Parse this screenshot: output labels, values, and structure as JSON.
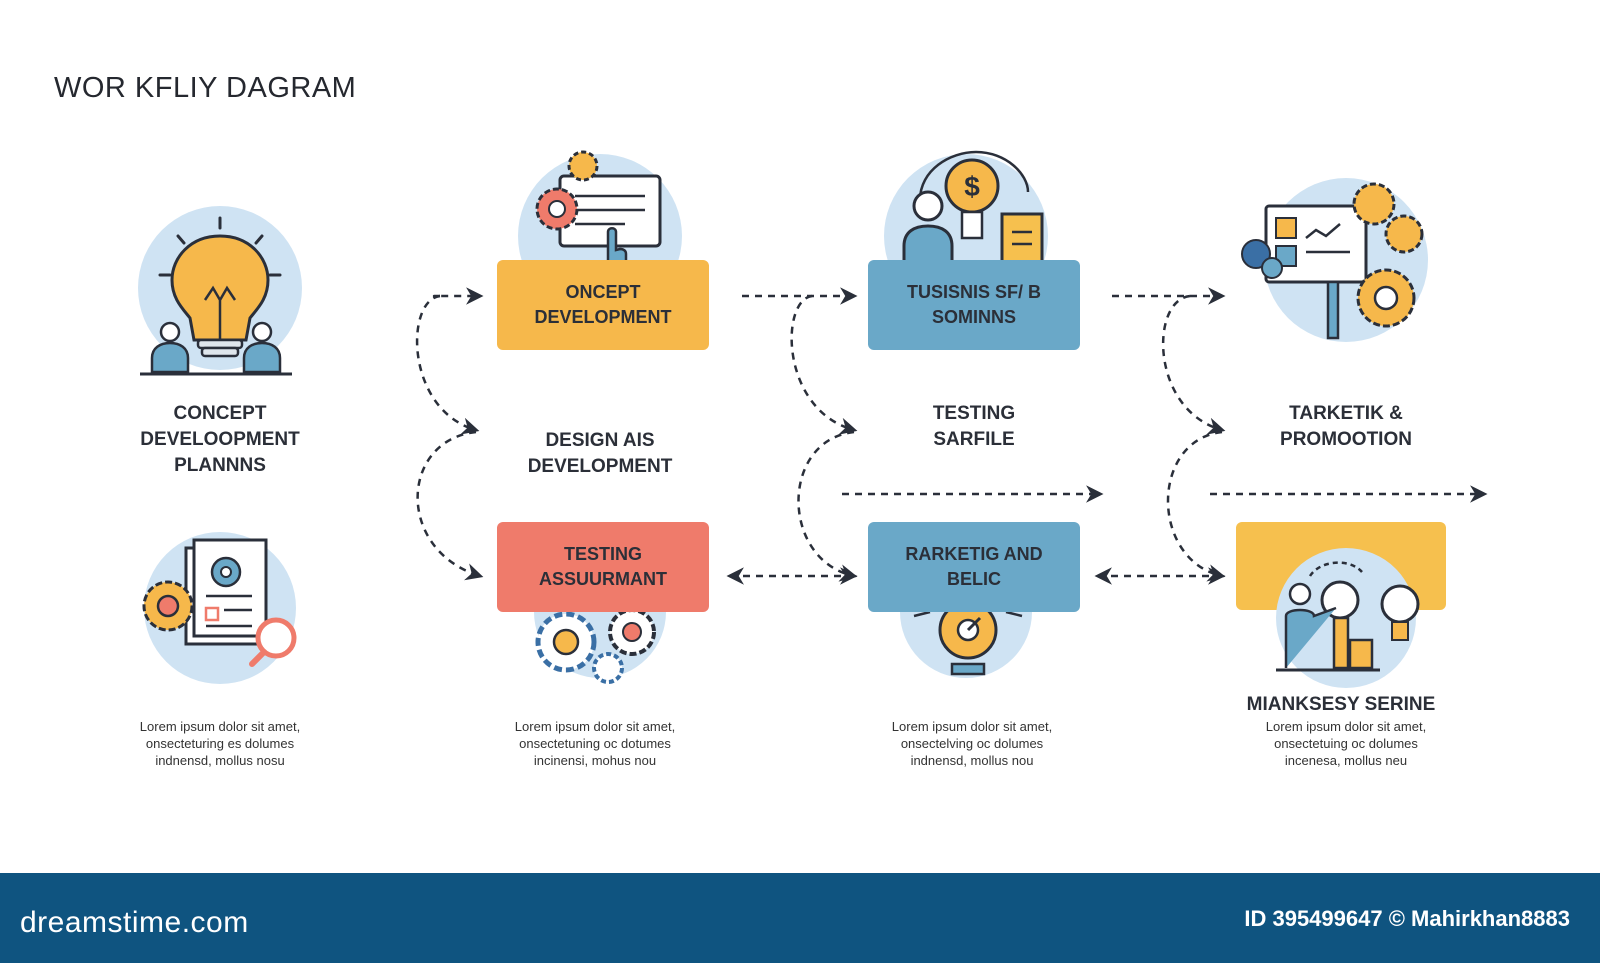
{
  "title": "WOR KFLIY DAGRAM",
  "stages": {
    "s1": {
      "label": "CONCEPT\nDEVELOOPMENT\nPLANNNS"
    },
    "s2": {
      "label": "DESIGN AIS\nDEVELOPMENT"
    },
    "s3": {
      "label": "TESTING\nSARFILE"
    },
    "s4": {
      "label": "TARKETIK &\nPROMOOTION"
    }
  },
  "cards": {
    "concept_development": {
      "label": "ONCEPT\nDEVELOPMENT",
      "color": "#f6b84b"
    },
    "tusisnis": {
      "label": "TUSISNIS SF/ B\nSOMINNS",
      "color": "#6aa8c8"
    },
    "testing_assurmant": {
      "label": "TESTING\nASSUURMANT",
      "color": "#ef7b6b"
    },
    "rarketig": {
      "label": "RARKETIG AND\nBELIC",
      "color": "#6aa8c8"
    },
    "yellow_card": {
      "label": "",
      "color": "#f6c04e"
    }
  },
  "bottom_label": "MIANKSESY SERINE",
  "lorem": {
    "l1": "Lorem ipsum dolor sit amet,\nonsecteturing es dolumes\nindnensd, mollus nosu",
    "l2": "Lorem ipsum dolor sit amet,\nonsectetuning oc dotumes\nincinensi, mohus nou",
    "l3": "Lorem ipsum dolor sit amet,\nonsectelving oc dolumes\nindnensd, mollus nou",
    "l4": "Lorem ipsum dolor sit amet,\nonsectetuing oc dolumes\nincenesa, mollus neu"
  },
  "footer": {
    "logo": "dreamstime.com",
    "id_text": "ID 395499647 © Mahirkhan8883"
  },
  "colors": {
    "circle_bg": "#cfe3f3",
    "accent_yellow": "#f6b84b",
    "accent_blue": "#6aa8c8",
    "accent_red": "#ef7b6b",
    "line_dark": "#2a2f3a",
    "footer_bg": "#0f5480"
  },
  "icons": [
    "lightbulb-people-icon",
    "document-gears-icon",
    "gear-tablet-hand-icon",
    "gear-cluster-icon",
    "person-dollar-bulb-icon",
    "satellite-dish-icon",
    "dashboard-gears-icon",
    "presenter-bulbs-icon"
  ]
}
